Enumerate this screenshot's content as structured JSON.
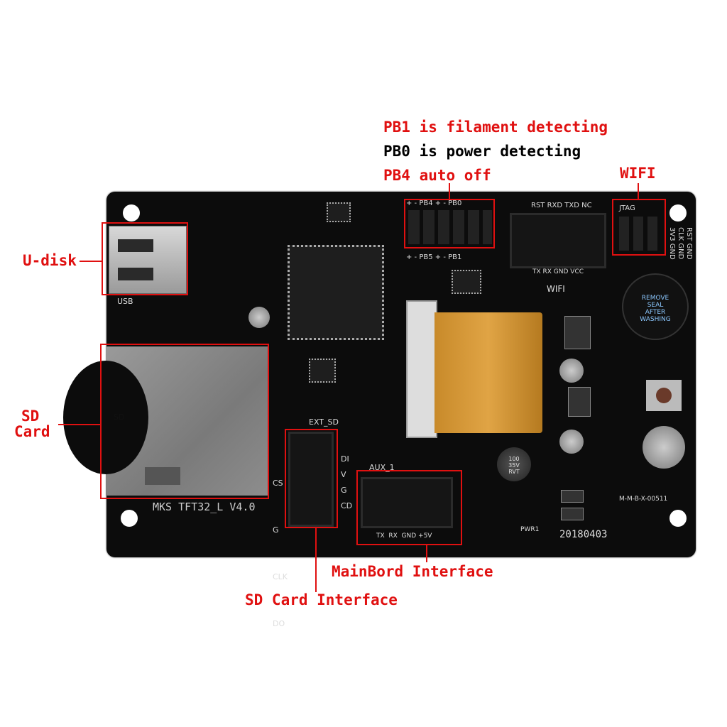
{
  "annotations": {
    "pb1": "PB1 is  filament detecting",
    "pb0": "PB0 is power detecting",
    "pb4": "PB4 auto off",
    "wifi": "WIFI",
    "udisk": "U-disk",
    "sd_card_line1": "SD",
    "sd_card_line2": "Card",
    "mainboard_interface": "MainBord Interface",
    "sd_card_interface": "SD Card Interface"
  },
  "board": {
    "model": "MKS TFT32_L V4.0",
    "date": "20180403",
    "usb": "USB",
    "sd": "SD",
    "ext_sd": "EXT_SD",
    "aux": "AUX_1",
    "aux_pins": "TX  RX  GND +5V",
    "wifi_silk": "WIFI",
    "wifi_pins": "RST RXD TXD NC",
    "wifi_pins_bottom": "TX  RX  GND  VCC",
    "jtag": "JTAG",
    "jtag_side": [
      "3V3 GND",
      "CLK GND",
      "RST GND"
    ],
    "header_pins": "+  -  PB4  +  -  PB0",
    "header_pins_bottom": "+  -  PB5  +  -  PB1",
    "ext_sd_left": [
      "CS",
      "G",
      "CLK",
      "DO"
    ],
    "ext_sd_right": [
      "DI",
      "V",
      "G",
      "CD"
    ],
    "buzzer": "REMOVE SEAL AFTER WASHING",
    "serial": "M-M-B-X-00511",
    "pwr": "PWR1",
    "c3": "100 35V RVT"
  },
  "colors": {
    "annotation_red": "#e01010",
    "board": "#0c0c0c"
  }
}
